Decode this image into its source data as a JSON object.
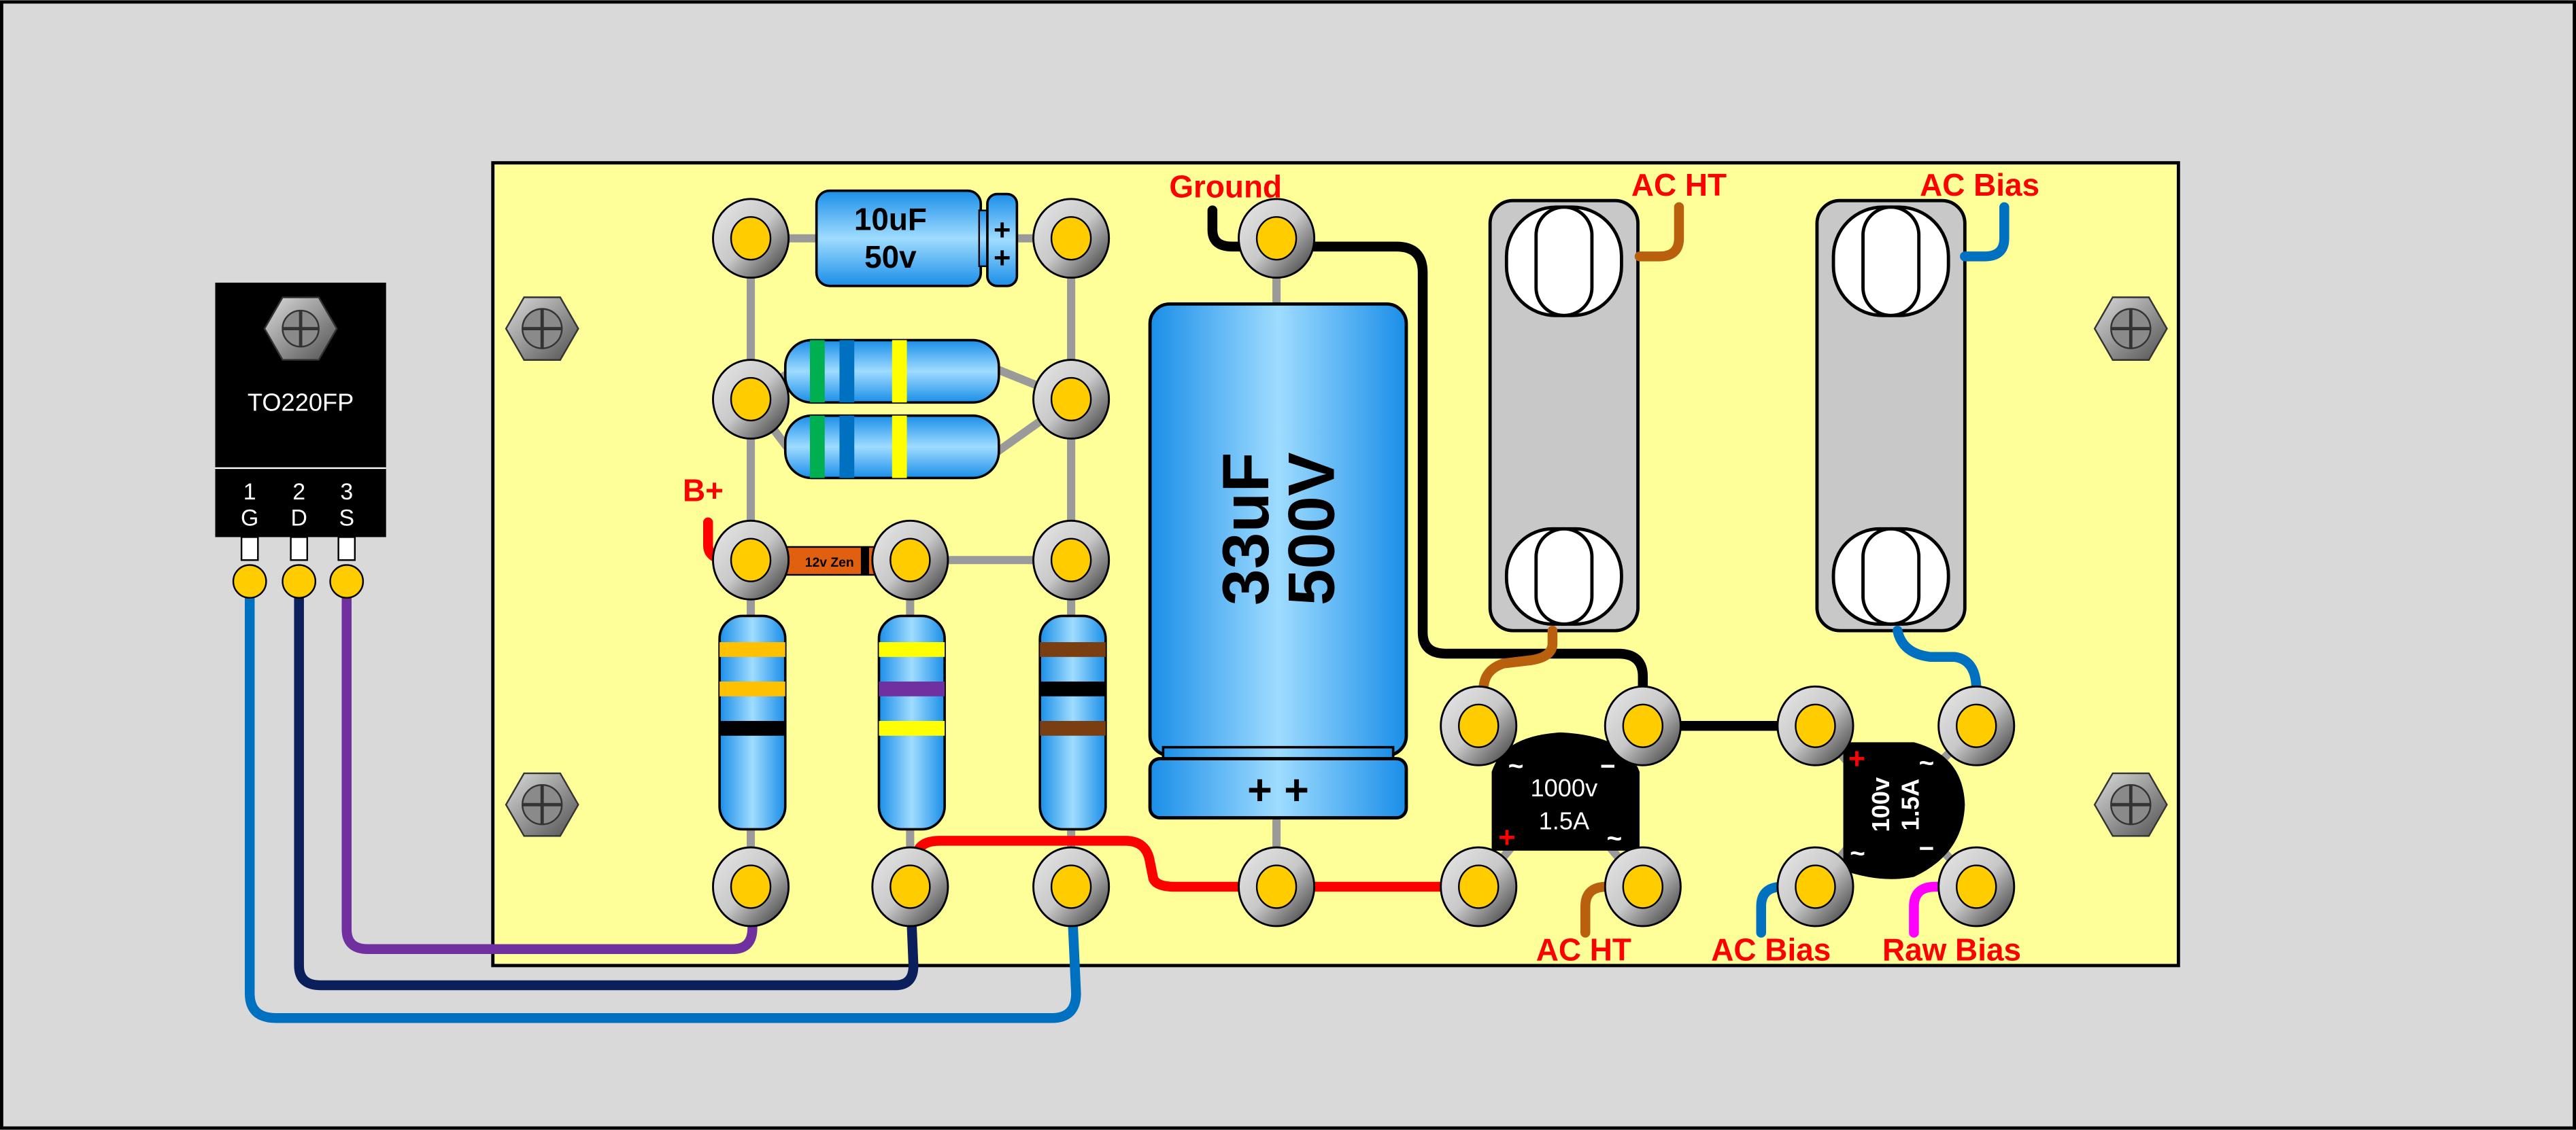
{
  "labels": {
    "ground": "Ground",
    "ac_ht_top": "AC HT",
    "ac_bias_top": "AC Bias",
    "b_plus": "B+",
    "ac_ht_bottom": "AC HT",
    "ac_bias_bottom": "AC Bias",
    "raw_bias": "Raw Bias"
  },
  "transistor": {
    "package": "TO220FP",
    "pin_numbers": [
      "1",
      "2",
      "3"
    ],
    "pin_names": [
      "G",
      "D",
      "S"
    ]
  },
  "small_capacitor": {
    "value": "10uF",
    "voltage": "50v",
    "polarity": "+"
  },
  "big_capacitor": {
    "value": "33uF",
    "voltage": "500V",
    "polarity": "+ +"
  },
  "zener": {
    "label": "12v Zen"
  },
  "bridge_ht": {
    "voltage": "1000v",
    "current": "1.5A"
  },
  "bridge_bias": {
    "voltage": "100v",
    "current": "1.5A"
  },
  "bridge_symbols": {
    "ac": "~",
    "plus": "+",
    "minus": "−"
  },
  "colors": {
    "board": "#ffff99",
    "background": "#d9d9d9",
    "label": "#ff0000",
    "pad": "#ffcc00",
    "component_blue": "#3aa8f0",
    "wire_black": "#000000",
    "wire_brown": "#b8600e",
    "wire_blue": "#0070c0",
    "wire_navy": "#0a1f5c",
    "wire_purple": "#7030a0",
    "wire_red": "#ff0000",
    "wire_magenta": "#ff00ff"
  }
}
